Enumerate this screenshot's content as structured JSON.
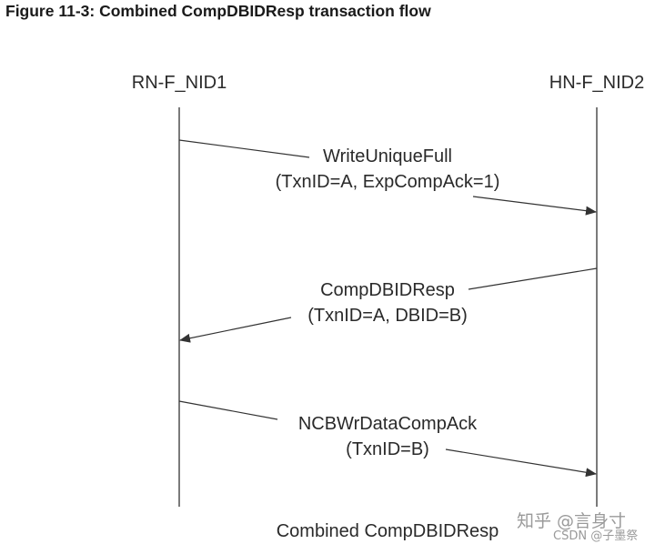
{
  "figure_title": "Figure 11-3: Combined CompDBIDResp transaction flow",
  "nodes": {
    "left": "RN-F_NID1",
    "right": "HN-F_NID2"
  },
  "messages": [
    {
      "line1": "WriteUniqueFull",
      "line2": "(TxnID=A, ExpCompAck=1)"
    },
    {
      "line1": "CompDBIDResp",
      "line2": "(TxnID=A, DBID=B)"
    },
    {
      "line1": "NCBWrDataCompAck",
      "line2": "(TxnID=B)"
    }
  ],
  "caption": "Combined CompDBIDResp",
  "watermark": {
    "line1": "知乎 @言身寸",
    "line2": "CSDN @子墨祭"
  },
  "colors": {
    "line": "#333333",
    "text": "#2a2a2a",
    "watermark": "#9a9a9a"
  }
}
